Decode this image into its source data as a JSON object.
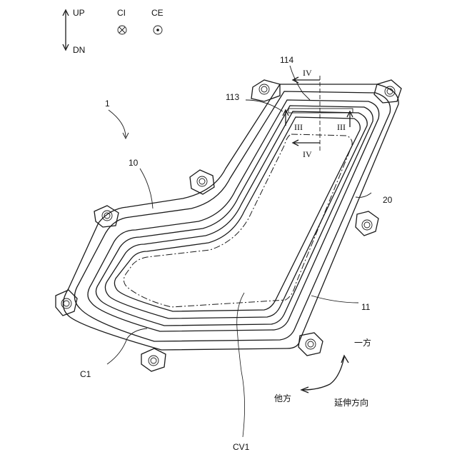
{
  "legend": {
    "up": "UP",
    "dn": "DN",
    "ci": "CI",
    "ce": "CE"
  },
  "labels": {
    "assembly": "1",
    "part_10": "10",
    "part_11": "11",
    "part_20": "20",
    "part_113": "113",
    "part_114": "114",
    "c1": "C1",
    "cv1": "CV1",
    "section_iii_left": "III",
    "section_iii_right": "III",
    "section_iv_top": "IV",
    "section_iv_bottom": "IV"
  },
  "directions": {
    "one_side": "一方",
    "other_side": "他方",
    "extension_direction": "延伸方向"
  }
}
